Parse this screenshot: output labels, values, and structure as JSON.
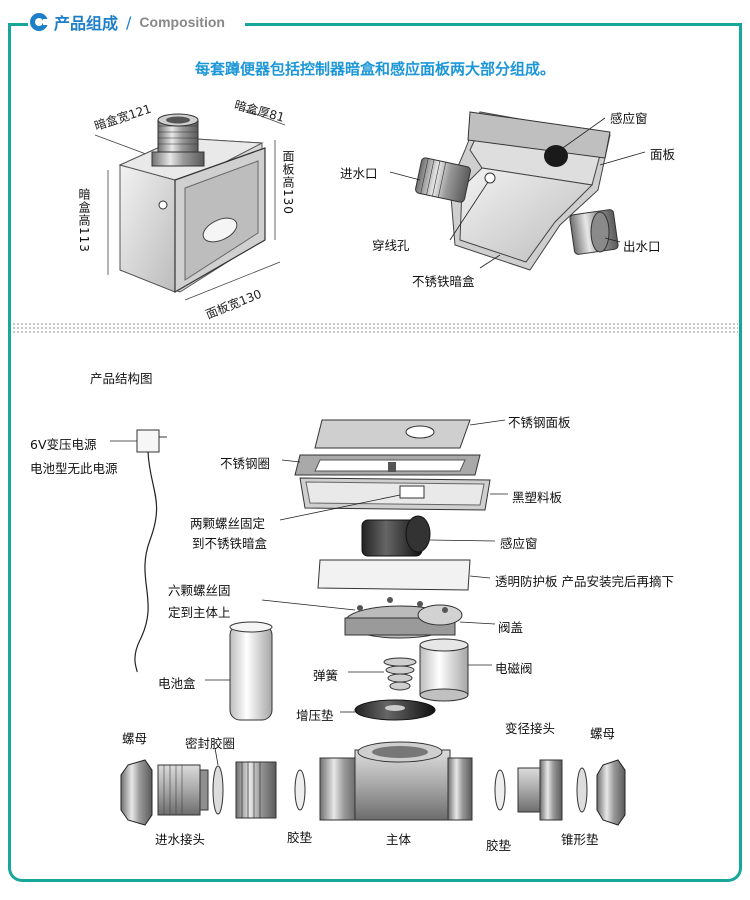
{
  "header": {
    "title_cn": "产品组成",
    "title_en": "Composition",
    "slash": "/"
  },
  "subtitle": "每套蹲便器包括控制器暗盒和感应面板两大部分组成。",
  "top_left": {
    "box_width": "暗盒宽121",
    "box_depth": "暗盒厚81",
    "box_height": "暗盒高113",
    "panel_height": "面板高130",
    "panel_width": "面板宽130"
  },
  "top_right": {
    "sensor_window": "感应窗",
    "panel": "面板",
    "water_inlet": "进水口",
    "wire_hole": "穿线孔",
    "water_outlet": "出水口",
    "ss_box": "不锈铁暗盒"
  },
  "structure": {
    "title": "产品结构图",
    "power_line1": "6V变压电源",
    "power_line2": "电池型无此电源",
    "ss_panel": "不锈钢面板",
    "ss_ring": "不锈钢圈",
    "black_plate": "黑塑料板",
    "screws_two_l1": "两颗螺丝固定",
    "screws_two_l2": "到不锈铁暗盒",
    "sensor_window": "感应窗",
    "protect_board": "透明防护板 产品安装完后再摘下",
    "screws_six_l1": "六颗螺丝固",
    "screws_six_l2": "定到主体上",
    "valve_cover": "阀盖",
    "battery_box": "电池盒",
    "spring": "弹簧",
    "solenoid": "电磁阀",
    "pressure_pad": "增压垫",
    "nut_left": "螺母",
    "seal_ring": "密封胶圈",
    "reducer": "变径接头",
    "nut_right": "螺母",
    "inlet_joint": "进水接头",
    "gasket_left": "胶垫",
    "main_body": "主体",
    "gasket_right": "胶垫",
    "cone_pad": "锥形垫"
  }
}
